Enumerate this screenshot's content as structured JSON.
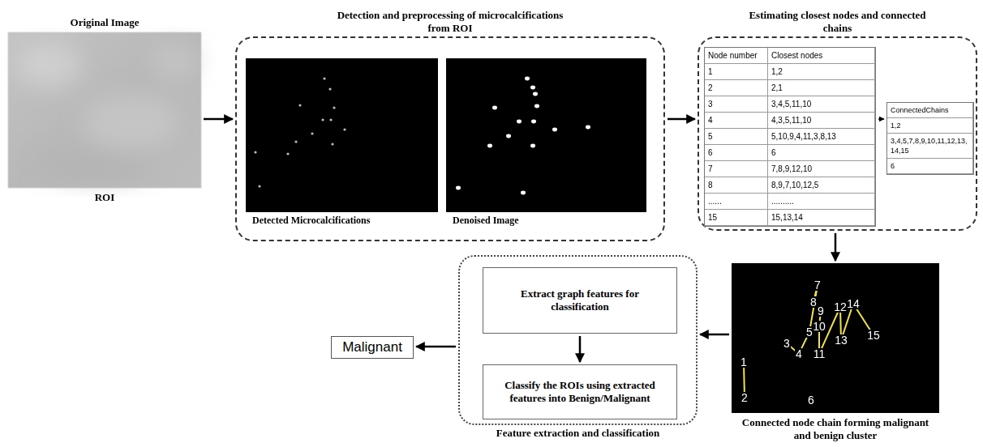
{
  "diagram": {
    "nodes": [
      {
        "text": [
          "Original Image",
          "ROI"
        ]
      },
      {
        "text": [
          "Detection and preprocessing of microcalcifications from ROI"
        ]
      },
      {
        "text": [
          "Detected Microcalcifications"
        ],
        "in": 1
      },
      {
        "text": [
          "Denoised Image"
        ],
        "in": 1
      },
      {
        "text": [
          "Estimating closest nodes and connected chains"
        ]
      },
      {
        "text": [
          "Node number",
          "Closest nodes",
          "1",
          "1,2",
          "2",
          "2,1",
          "3",
          "3,4,5,11,10",
          "4",
          "4,3,5,11,10",
          "5",
          "5,10,9,4,11,3,8,13",
          "6",
          "6",
          "7",
          "7,8,9,12,10",
          "8",
          "8,9,7,10,12,5",
          "......",
          "..........",
          "15",
          "15,13,14"
        ],
        "in": 4
      },
      {
        "text": [
          "ConnectedChains",
          "1,2",
          "3,4,5,7,8,9,10,11,12,13,14,15",
          "6"
        ],
        "in": 4
      },
      {
        "text": [
          "Connected node chain forming malignant and benign cluster"
        ]
      },
      {
        "text": [
          "Feature extraction and classification"
        ]
      },
      {
        "text": [
          "Extract graph features for classification"
        ],
        "in": 8
      },
      {
        "text": [
          "Classify the ROIs using extracted features into Benign/Malignant"
        ],
        "in": 8
      },
      {
        "text": [
          "Malignant"
        ]
      }
    ],
    "edges": [
      {
        "from": 0,
        "to": 1,
        "arrow": "to"
      },
      {
        "from": 1,
        "to": 4,
        "arrow": "to"
      },
      {
        "from": 5,
        "to": 6,
        "arrow": "to"
      },
      {
        "from": 4,
        "to": 7,
        "arrow": "to"
      },
      {
        "from": 7,
        "to": 8,
        "arrow": "to"
      },
      {
        "from": 9,
        "to": 10,
        "arrow": "to"
      },
      {
        "from": 8,
        "to": 11,
        "arrow": "to"
      }
    ],
    "labels": [
      "7",
      "8",
      "9",
      "12",
      "14",
      "5",
      "10",
      "3",
      "13",
      "15",
      "4",
      "11",
      "1",
      "2",
      "6"
    ]
  }
}
